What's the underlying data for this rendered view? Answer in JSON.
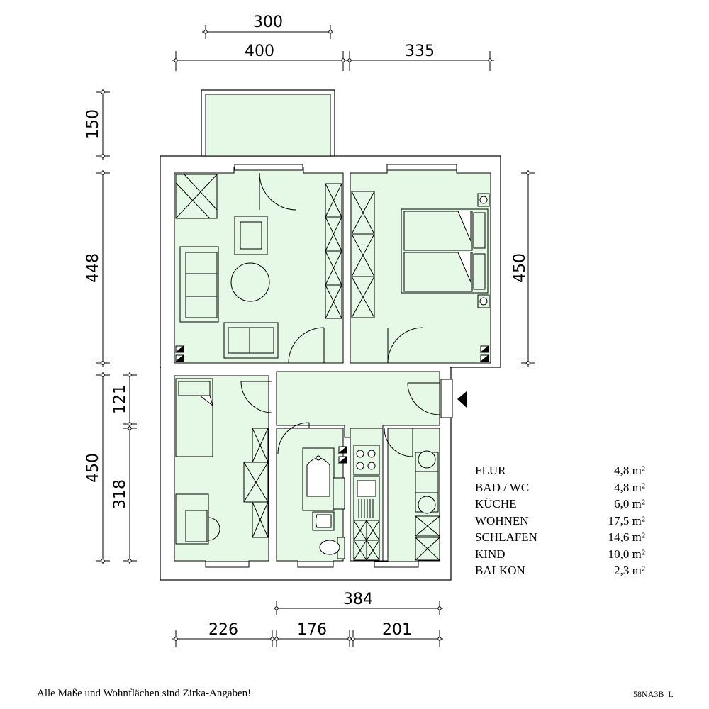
{
  "dimensions": {
    "top_300": "300",
    "top_400": "400",
    "top_335": "335",
    "left_150": "150",
    "left_448": "448",
    "left_450": "450",
    "left_121": "121",
    "left_318": "318",
    "right_450": "450",
    "bottom_384": "384",
    "bottom_226": "226",
    "bottom_176": "176",
    "bottom_201": "201"
  },
  "rooms": [
    {
      "name": "FLUR",
      "area": "4,8 m²"
    },
    {
      "name": "BAD / WC",
      "area": "4,8 m²"
    },
    {
      "name": "KÜCHE",
      "area": "6,0 m²"
    },
    {
      "name": "WOHNEN",
      "area": "17,5 m²"
    },
    {
      "name": "SCHLAFEN",
      "area": "14,6 m²"
    },
    {
      "name": "KIND",
      "area": "10,0 m²"
    },
    {
      "name": "BALKON",
      "area": "2,3 m²"
    }
  ],
  "footer": {
    "note": "Alle Maße und Wohnflächen sind Zirka-Angaben!",
    "code": "58NA3B_L"
  },
  "colors": {
    "room_fill": "#e6f8e6",
    "wall": "#000000"
  }
}
